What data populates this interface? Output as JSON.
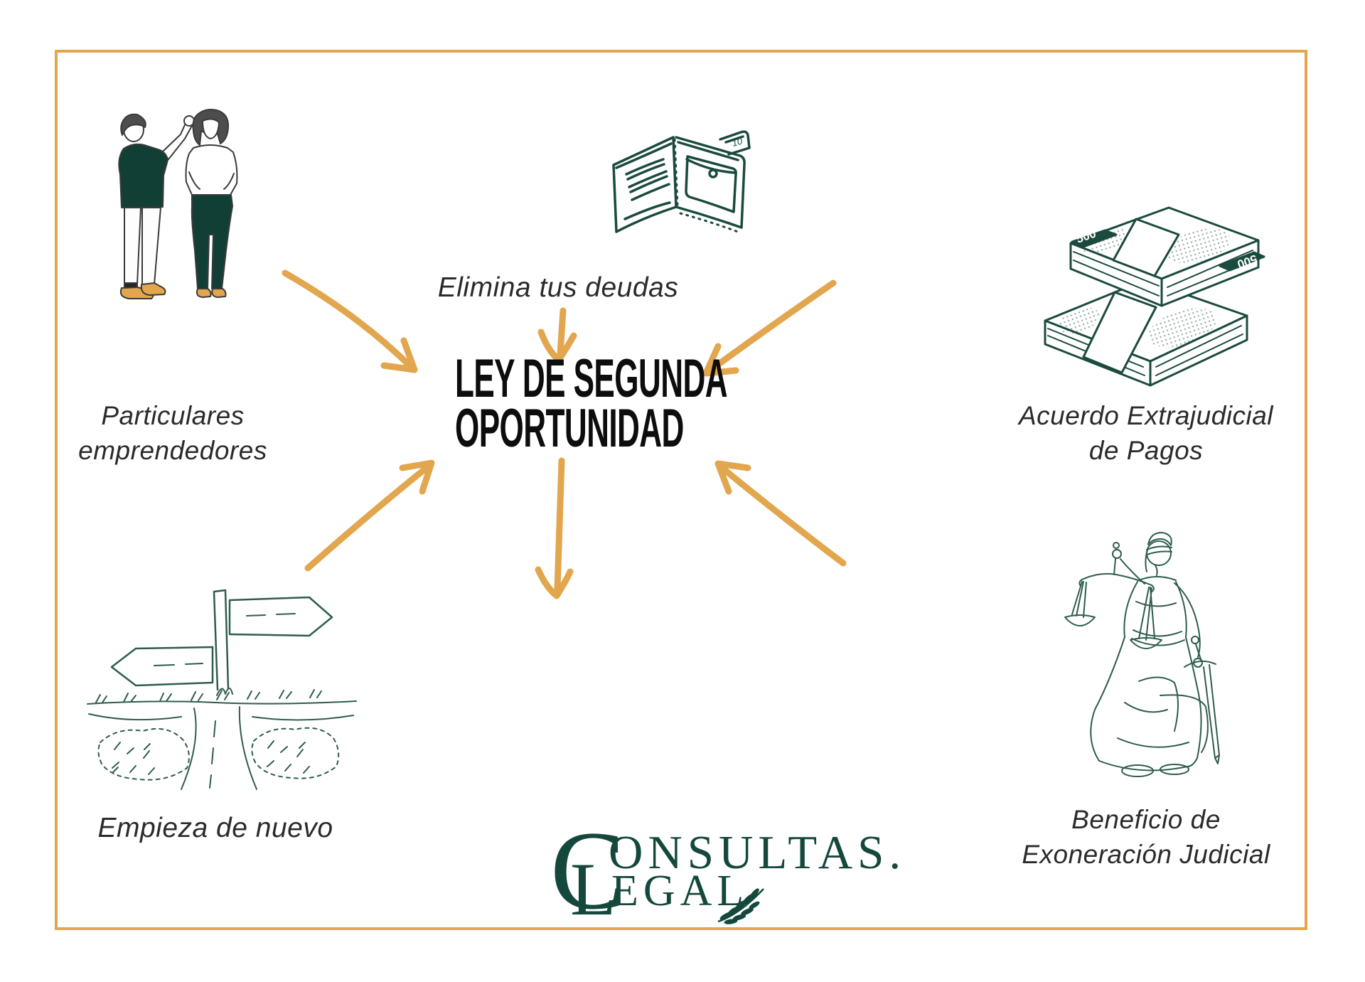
{
  "colors": {
    "accent_gold": "#E2A64E",
    "ink_green": "#1B4A3E",
    "sketch_green": "#2E5C4E",
    "label_text": "#2b2b2b",
    "title_black": "#0d0d0d",
    "logo_green": "#14483C"
  },
  "center": {
    "title_line1": "LEY DE SEGUNDA",
    "title_line2": "OPORTUNIDAD"
  },
  "nodes": {
    "top_left": {
      "icon": "people-illustration",
      "label_line1": "Particulares",
      "label_line2": "emprendedores"
    },
    "top_center": {
      "icon": "wallet-icon",
      "label": "Elimina tus deudas",
      "bill_value": "10"
    },
    "top_right": {
      "icon": "money-stack-icon",
      "label_line1": "Acuerdo Extrajudicial",
      "label_line2": "de Pagos",
      "banknote_value": "500"
    },
    "bottom_left": {
      "icon": "signpost-icon",
      "label": "Empieza de nuevo"
    },
    "bottom_right": {
      "icon": "lady-justice-icon",
      "label_line1": "Beneficio de",
      "label_line2": "Exoneración Judicial"
    }
  },
  "logo": {
    "line1_initial": "C",
    "line1_rest": "ONSULTAS.",
    "line2_initial": "L",
    "line2_rest": "EGAL",
    "icon": "laurel-branch-icon"
  }
}
